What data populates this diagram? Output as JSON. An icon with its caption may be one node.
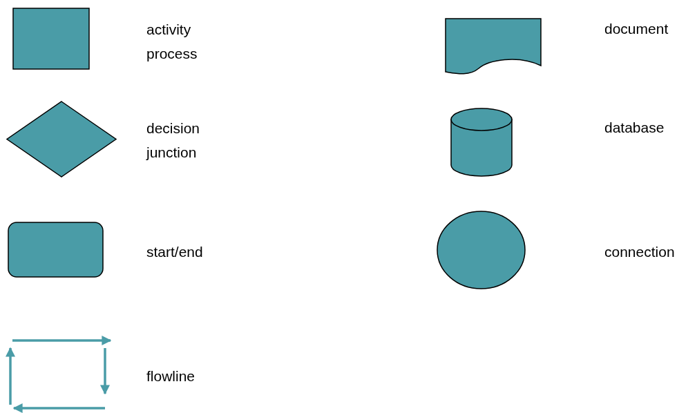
{
  "diagram": {
    "nodes": [
      {
        "text": [],
        "shape": "box",
        "beside": [
          "activity process"
        ]
      },
      {
        "text": [],
        "shape": "diamond",
        "beside": [
          "decision junction"
        ]
      },
      {
        "text": [],
        "shape": "rounded",
        "beside": [
          "start/end"
        ]
      },
      {
        "text": [],
        "shape": "picture",
        "beside": [
          "flowline"
        ]
      },
      {
        "text": [],
        "shape": "document"
      },
      {
        "text": [],
        "shape": "cylinder"
      },
      {
        "text": [],
        "shape": "circle"
      }
    ],
    "labels": [
      "document",
      "database",
      "connection"
    ]
  }
}
